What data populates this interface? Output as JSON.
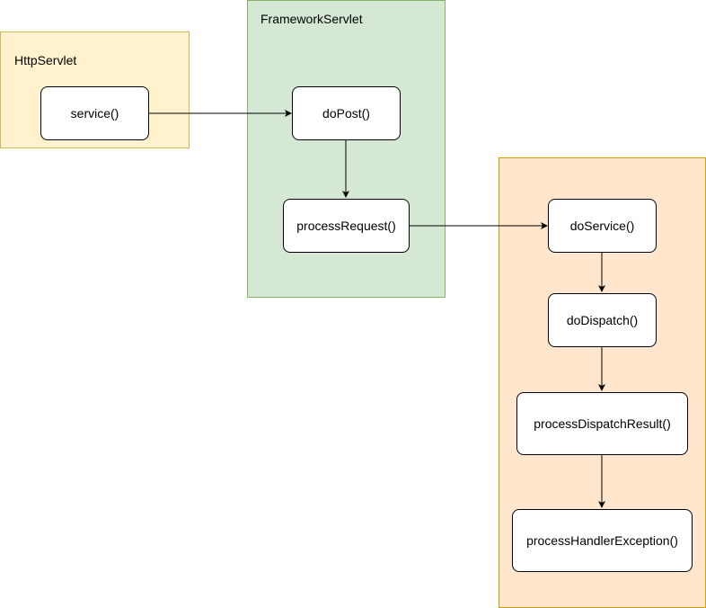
{
  "colors": {
    "httpservlet_fill": "#fff2cc",
    "httpservlet_border": "#d6b656",
    "frameworkservlet_fill": "#d5e8d4",
    "frameworkservlet_border": "#82b366",
    "dispatcher_fill": "#ffe6cc",
    "dispatcher_border": "#d79b00",
    "node_fill": "#ffffff",
    "node_border": "#000000",
    "edge": "#000000"
  },
  "containers": {
    "httpservlet": {
      "title": "HttpServlet"
    },
    "frameworkservlet": {
      "title": "FrameworkServlet"
    },
    "dispatcher": {
      "title": ""
    }
  },
  "nodes": {
    "service": "service()",
    "doPost": "doPost()",
    "processRequest": "processRequest()",
    "doService": "doService()",
    "doDispatch": "doDispatch()",
    "processDispatchResult": "processDispatchResult()",
    "processHandlerException": "processHandlerException()"
  },
  "edges": [
    {
      "from": "service",
      "to": "doPost"
    },
    {
      "from": "doPost",
      "to": "processRequest"
    },
    {
      "from": "processRequest",
      "to": "doService"
    },
    {
      "from": "doService",
      "to": "doDispatch"
    },
    {
      "from": "doDispatch",
      "to": "processDispatchResult"
    },
    {
      "from": "processDispatchResult",
      "to": "processHandlerException"
    }
  ]
}
